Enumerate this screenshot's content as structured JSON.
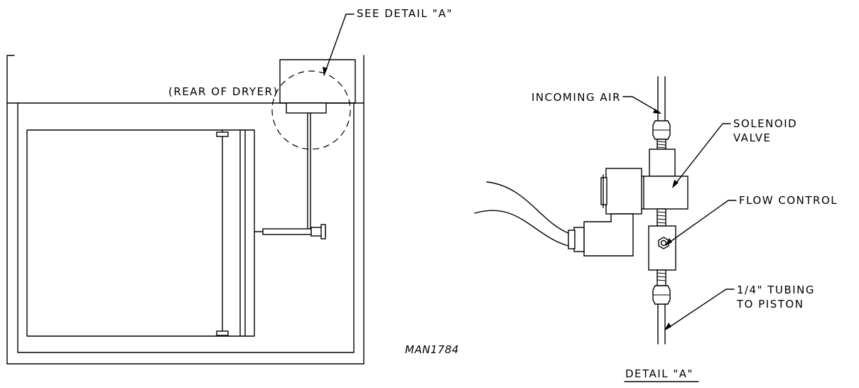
{
  "labels": {
    "see_detail": "SEE DETAIL \"A\"",
    "rear_of_dryer": "(REAR OF DRYER)",
    "incoming_air": "INCOMING AIR",
    "solenoid_line1": "SOLENOID",
    "solenoid_line2": "VALVE",
    "flow_control": "FLOW CONTROL",
    "tubing_line1": "1/4\" TUBING",
    "tubing_line2": "TO PISTON",
    "drawing_number": "MAN1784",
    "detail_title": "DETAIL \"A\""
  }
}
